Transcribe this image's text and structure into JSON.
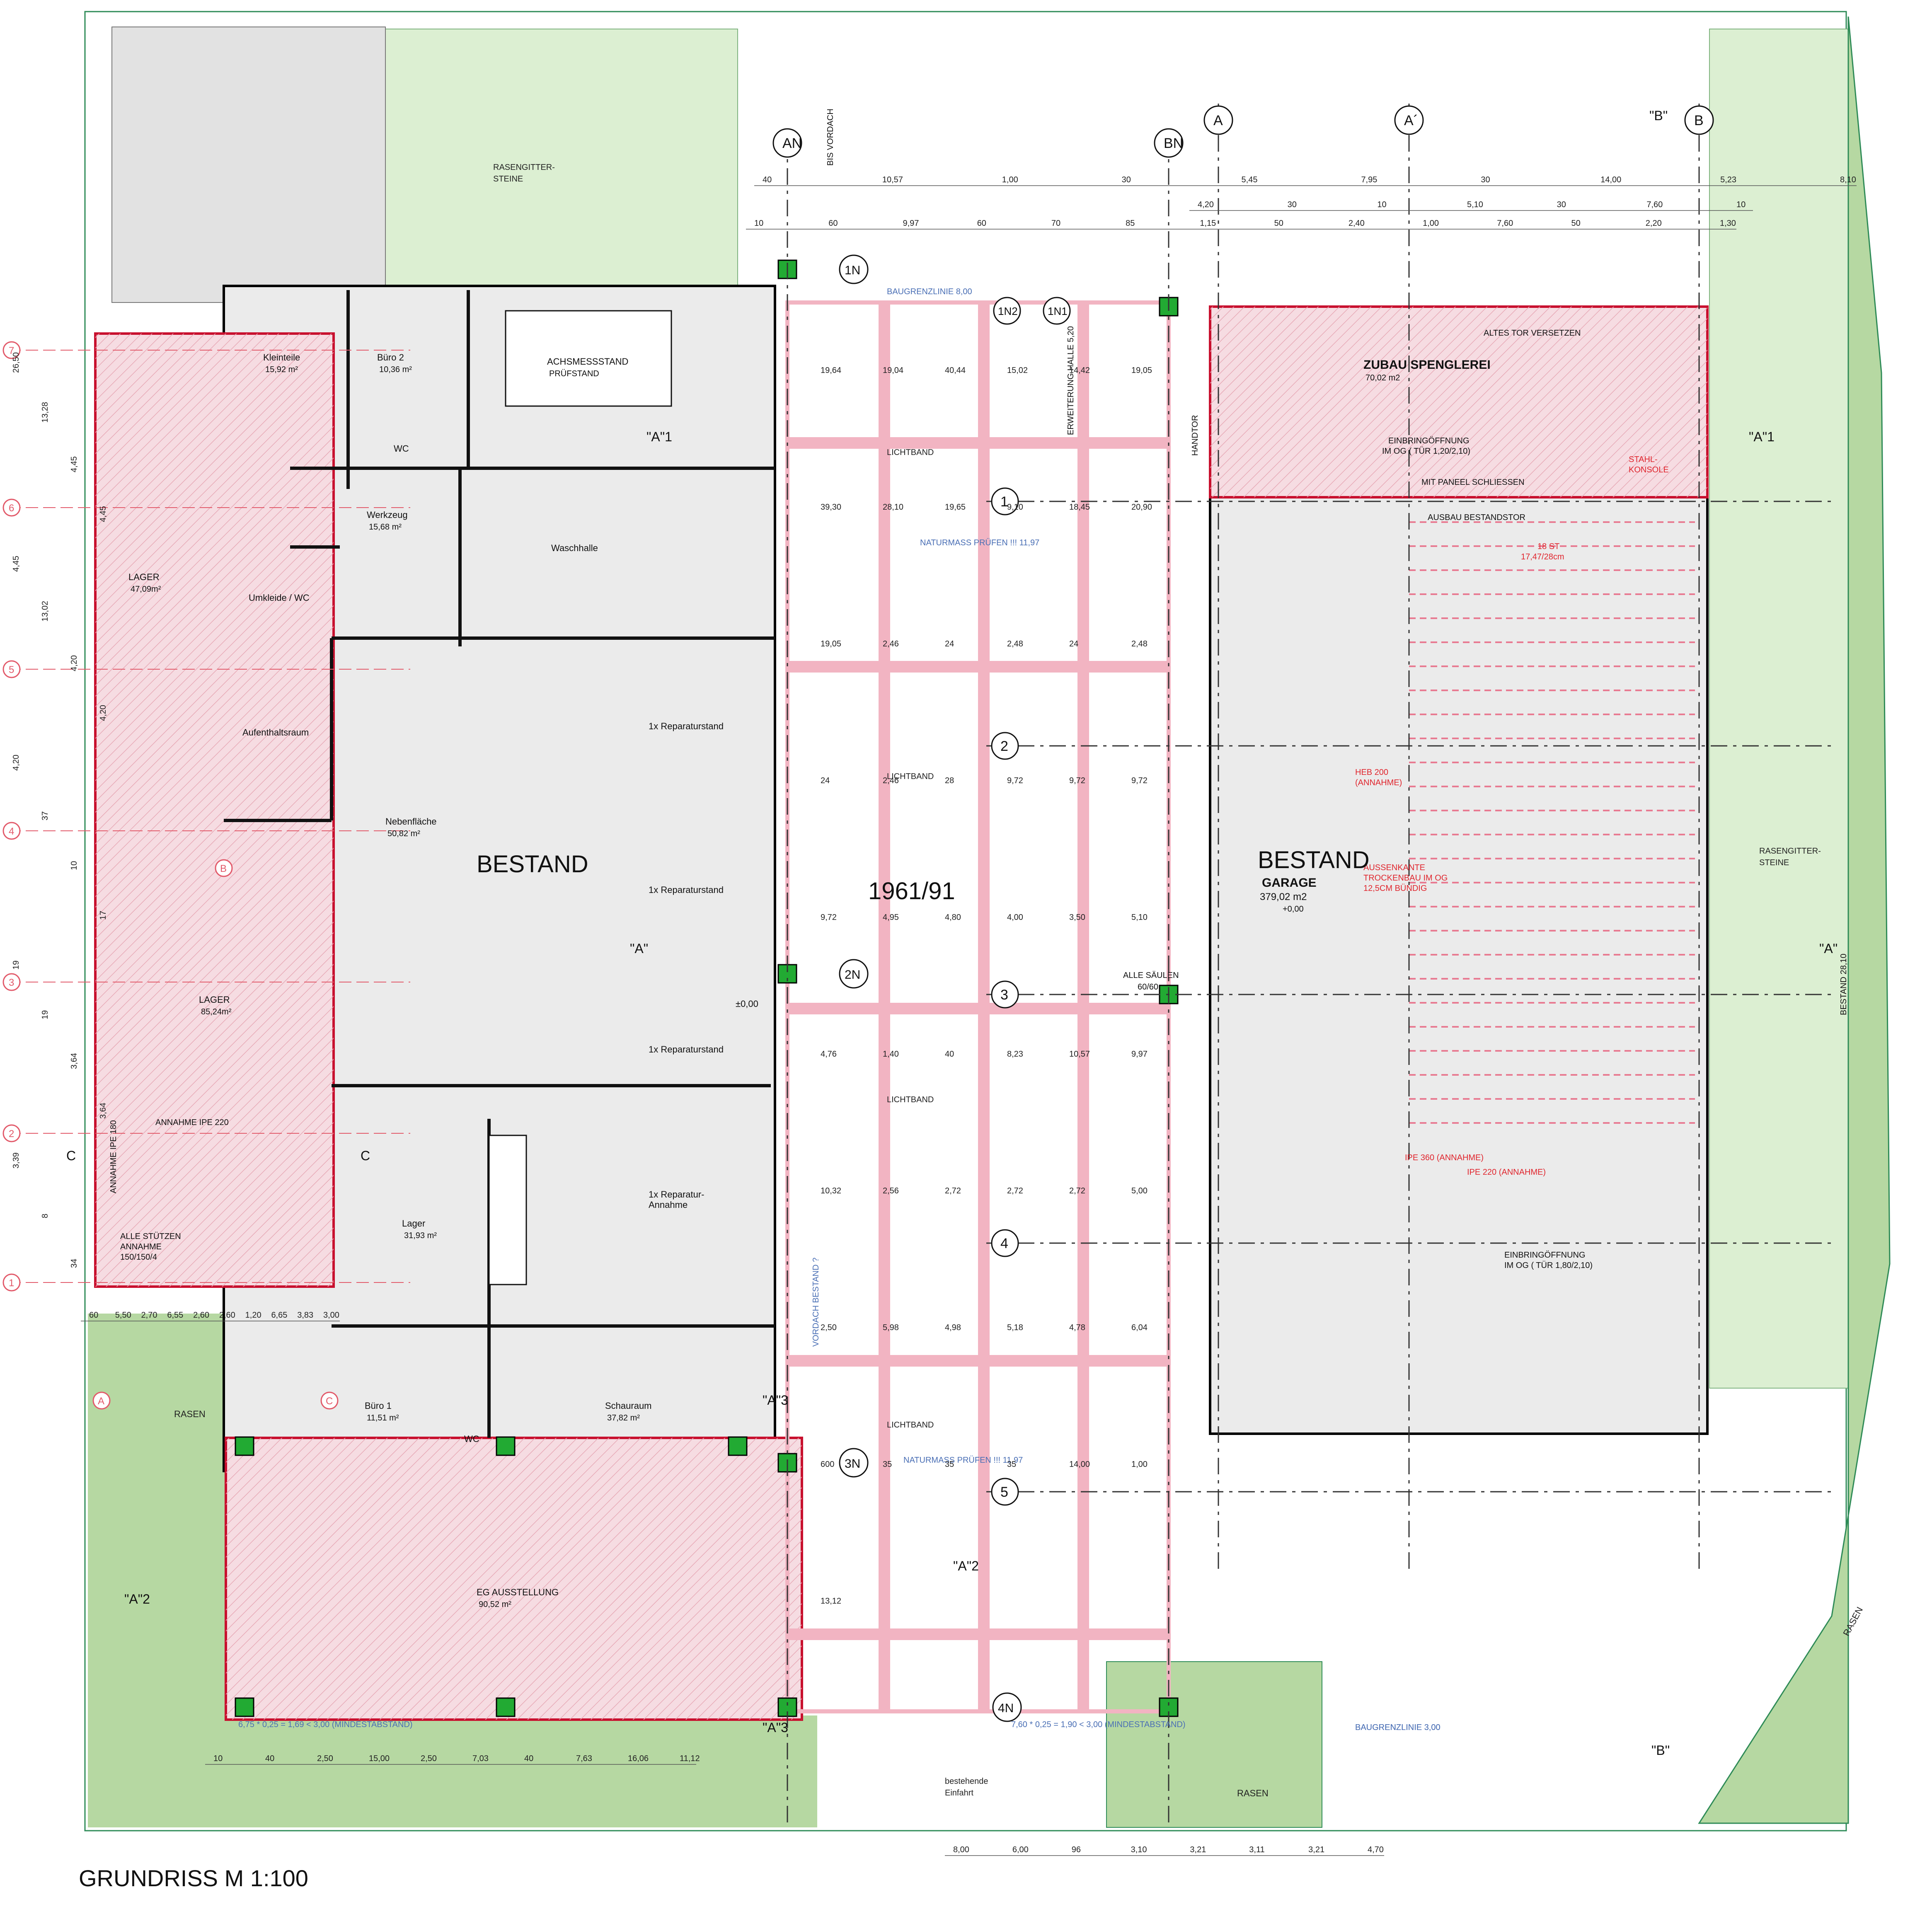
{
  "title": "GRUNDRISS   M 1:100",
  "colors": {
    "wall": "#000000",
    "wall_hatch": "#bdbdbd",
    "existing_fill": "#ebebeb",
    "new_build_fill": "#f6dce2",
    "new_build_edge": "#c8102e",
    "lawn": "#b6d8a2",
    "grass_paver": "#dcefd2",
    "column": "#22aa33",
    "annotation_red": "#e0262e",
    "annotation_blue": "#4a6fb5",
    "grid_line": "#333333",
    "dimension": "#222222",
    "beam": "#f2b4c2"
  },
  "building_labels": {
    "bestand_left": "BESTAND",
    "bestand_right": "BESTAND",
    "garage": "GARAGE",
    "garage_area": "379,02 m2",
    "garage_level": "+0,00",
    "hall_year": "1961/91",
    "level_left": "±0,00"
  },
  "rooms": [
    {
      "key": "kleinteile",
      "name": "Kleinteile",
      "area": "15,92 m²"
    },
    {
      "key": "buero2",
      "name": "Büro 2",
      "area": "10,36 m²"
    },
    {
      "key": "wc_top",
      "name": "WC",
      "area": ""
    },
    {
      "key": "achsmess",
      "name": "ACHSMESSSTAND",
      "area": "PRÜFSTAND"
    },
    {
      "key": "werkzeug",
      "name": "Werkzeug",
      "area": "15,68 m²"
    },
    {
      "key": "waschhalle",
      "name": "Waschhalle",
      "area": ""
    },
    {
      "key": "umkleide",
      "name": "Umkleide / WC",
      "area": ""
    },
    {
      "key": "aufenthalt",
      "name": "Aufenthaltsraum",
      "area": ""
    },
    {
      "key": "lager_top",
      "name": "LAGER",
      "area": "47,09m²"
    },
    {
      "key": "nebenflaeche",
      "name": "Nebenfläche",
      "area": "50,82 m²"
    },
    {
      "key": "lager_mid",
      "name": "LAGER",
      "area": "85,24m²"
    },
    {
      "key": "lager_bottom",
      "name": "Lager",
      "area": "31,93 m²"
    },
    {
      "key": "buero1",
      "name": "Büro 1",
      "area": "11,51 m²"
    },
    {
      "key": "wc_bottom",
      "name": "WC",
      "area": ""
    },
    {
      "key": "schauraum",
      "name": "Schauraum",
      "area": "37,82 m²"
    },
    {
      "key": "ausstellung",
      "name": "EG AUSSTELLUNG",
      "area": "90,52 m²"
    },
    {
      "key": "spenglerei",
      "name": "ZUBAU SPENGLEREI",
      "area": "70,02 m2"
    }
  ],
  "repair_stands": [
    "1x Reparaturstand",
    "1x Reparaturstand",
    "1x Reparaturstand",
    "1x Reparatur-",
    "Annahme"
  ],
  "outdoor": {
    "rasengitter_top": [
      "RASENGITTER-",
      "STEINE"
    ],
    "rasengitter_right": [
      "RASENGITTER-",
      "STEINE"
    ],
    "rasen_left": "RASEN",
    "rasen_bottom": "RASEN",
    "rasen_diag": "RASEN",
    "einfahrt": [
      "bestehende",
      "Einfahrt"
    ]
  },
  "lichtband": [
    "LICHTBAND",
    "LICHTBAND",
    "LICHTBAND",
    "LICHTBAND"
  ],
  "grid_rows": [
    "1",
    "2",
    "3",
    "4",
    "5"
  ],
  "grid_rows_n": [
    "1N",
    "2N",
    "3N",
    "4N"
  ],
  "grid_rows_n_extra": [
    "1N2",
    "1N1"
  ],
  "grid_cols": [
    "A",
    "A´",
    "B",
    "AN",
    "BN"
  ],
  "grid_left": [
    "7",
    "6",
    "5",
    "4",
    "3",
    "2",
    "1"
  ],
  "grid_left_letters": [
    "A",
    "B",
    "C"
  ],
  "sections": [
    "\"A\"1",
    "\"A\"1",
    "\"A\"",
    "\"A\"",
    "\"A\"2",
    "\"A\"2",
    "\"A\"3",
    "\"A\"3",
    "\"B\"",
    "\"B\"",
    "C",
    "C"
  ],
  "annotations_blue": [
    "BAUGRENZLINIE 8,00",
    "NATURMASS PRÜFEN !!! 11,97",
    "NATURMASS PRÜFEN !!! 11,97",
    "BAUGRENZLINIE 3,00",
    "VORDACH BESTAND ?",
    "BAUGRENZLINIE 3,00",
    "6,75 * 0,25 = 1,69 < 3,00 (MINDESTABSTAND)",
    "7,60 * 0,25 = 1,90 < 3,00 (MINDESTABSTAND)"
  ],
  "annotations_red": [
    "STAHL-",
    "KONSOLE",
    "HEB 200",
    "(ANNAHME)",
    "IPE 220 (ANNAHME)",
    "IPE 360 (ANNAHME)",
    "AUSSENKANTE",
    "TROCKENBAU IM OG",
    "12,5CM BÜNDIG",
    "18 ST",
    "17,47/28cm"
  ],
  "annotations_black": [
    "ALTES TOR VERSETZEN",
    "EINBRINGÖFFNUNG",
    "IM OG ( TÜR 1,20/2,10)",
    "MIT PANEEL SCHLIESSEN",
    "AUSBAU BESTANDSTOR",
    "ALLE SÄULEN",
    "60/60",
    "EINBRINGÖFFNUNG",
    "IM OG ( TÜR 1,80/2,10)",
    "ANNAHME IPE 220",
    "ANNAHME IPE 180",
    "ALLE STÜTZEN",
    "ANNAHME",
    "150/150/4",
    "HANDTOR",
    "ERWEITERUNG HALLE 5,20",
    "BESTAND 28,10",
    "BIS VORDACH"
  ],
  "dimensions_top": [
    "40",
    "10,57",
    "1,00",
    "30",
    "5,45",
    "7,95",
    "30",
    "14,00",
    "5,23",
    "8,10",
    "10",
    "60",
    "9,97",
    "60",
    "70",
    "85",
    "1,15",
    "50",
    "2,40",
    "1,00",
    "7,60",
    "50",
    "2,20",
    "1,30",
    "4,20",
    "30",
    "10",
    "5,10",
    "30",
    "7,60",
    "10"
  ],
  "dimensions_left": [
    "26,50",
    "13,28",
    "4,45",
    "4,45",
    "4,45",
    "13,02",
    "4,20",
    "4,20",
    "4,20",
    "37",
    "10",
    "17",
    "19",
    "19",
    "3,64",
    "3,64",
    "3,39",
    "8",
    "34"
  ],
  "dimensions_bottom": [
    "60",
    "5,50",
    "2,70",
    "6,55",
    "2,60",
    "2,60",
    "1,20",
    "6,65",
    "3,83",
    "3,00",
    "10",
    "40",
    "2,50",
    "15,00",
    "2,50",
    "7,03",
    "40",
    "7,63",
    "16,06",
    "11,12",
    "8,00",
    "6,00",
    "96",
    "3,10",
    "3,21",
    "3,11",
    "3,21",
    "4,70"
  ],
  "dimensions_mid": [
    "19,64",
    "19,04",
    "40,44",
    "15,02",
    "14,42",
    "19,05",
    "39,30",
    "28,10",
    "19,65",
    "9,10",
    "18,45",
    "20,90",
    "19,05",
    "2,46",
    "24",
    "2,48",
    "24",
    "2,48",
    "24",
    "2,46",
    "28",
    "9,72",
    "9,72",
    "9,72",
    "9,72",
    "4,95",
    "4,80",
    "4,00",
    "3,50",
    "5,10",
    "4,76",
    "1,40",
    "40",
    "8,23",
    "10,57",
    "9,97",
    "10,32",
    "2,56",
    "2,72",
    "2,72",
    "2,72",
    "5,00",
    "2,50",
    "5,98",
    "4,98",
    "5,18",
    "4,78",
    "6,04",
    "600",
    "35",
    "35",
    "35",
    "14,00",
    "1,00",
    "13,12"
  ]
}
